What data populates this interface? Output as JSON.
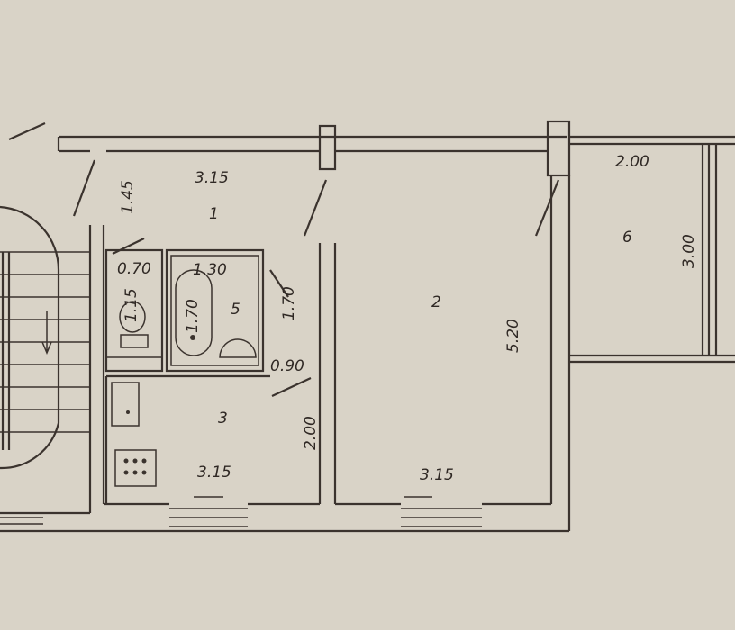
{
  "plan": {
    "rooms": [
      {
        "number": "1",
        "width": "3.15",
        "depth": "1.45"
      },
      {
        "number": "2",
        "width": "3.15",
        "depth": "5.20"
      },
      {
        "number": "3",
        "width": "3.15",
        "depth": "2.00"
      },
      {
        "number": "5",
        "width": "1.30",
        "depth": "1.70"
      },
      {
        "number": "6",
        "width": "2.00",
        "depth": "3.00"
      }
    ],
    "wc": {
      "width": "0.70",
      "depth": "1.15"
    },
    "bathtub_length": "1.70",
    "bath_door_width": "0.90",
    "colors": {
      "background": "#d9d3c7",
      "lines": "#3b332e"
    }
  }
}
